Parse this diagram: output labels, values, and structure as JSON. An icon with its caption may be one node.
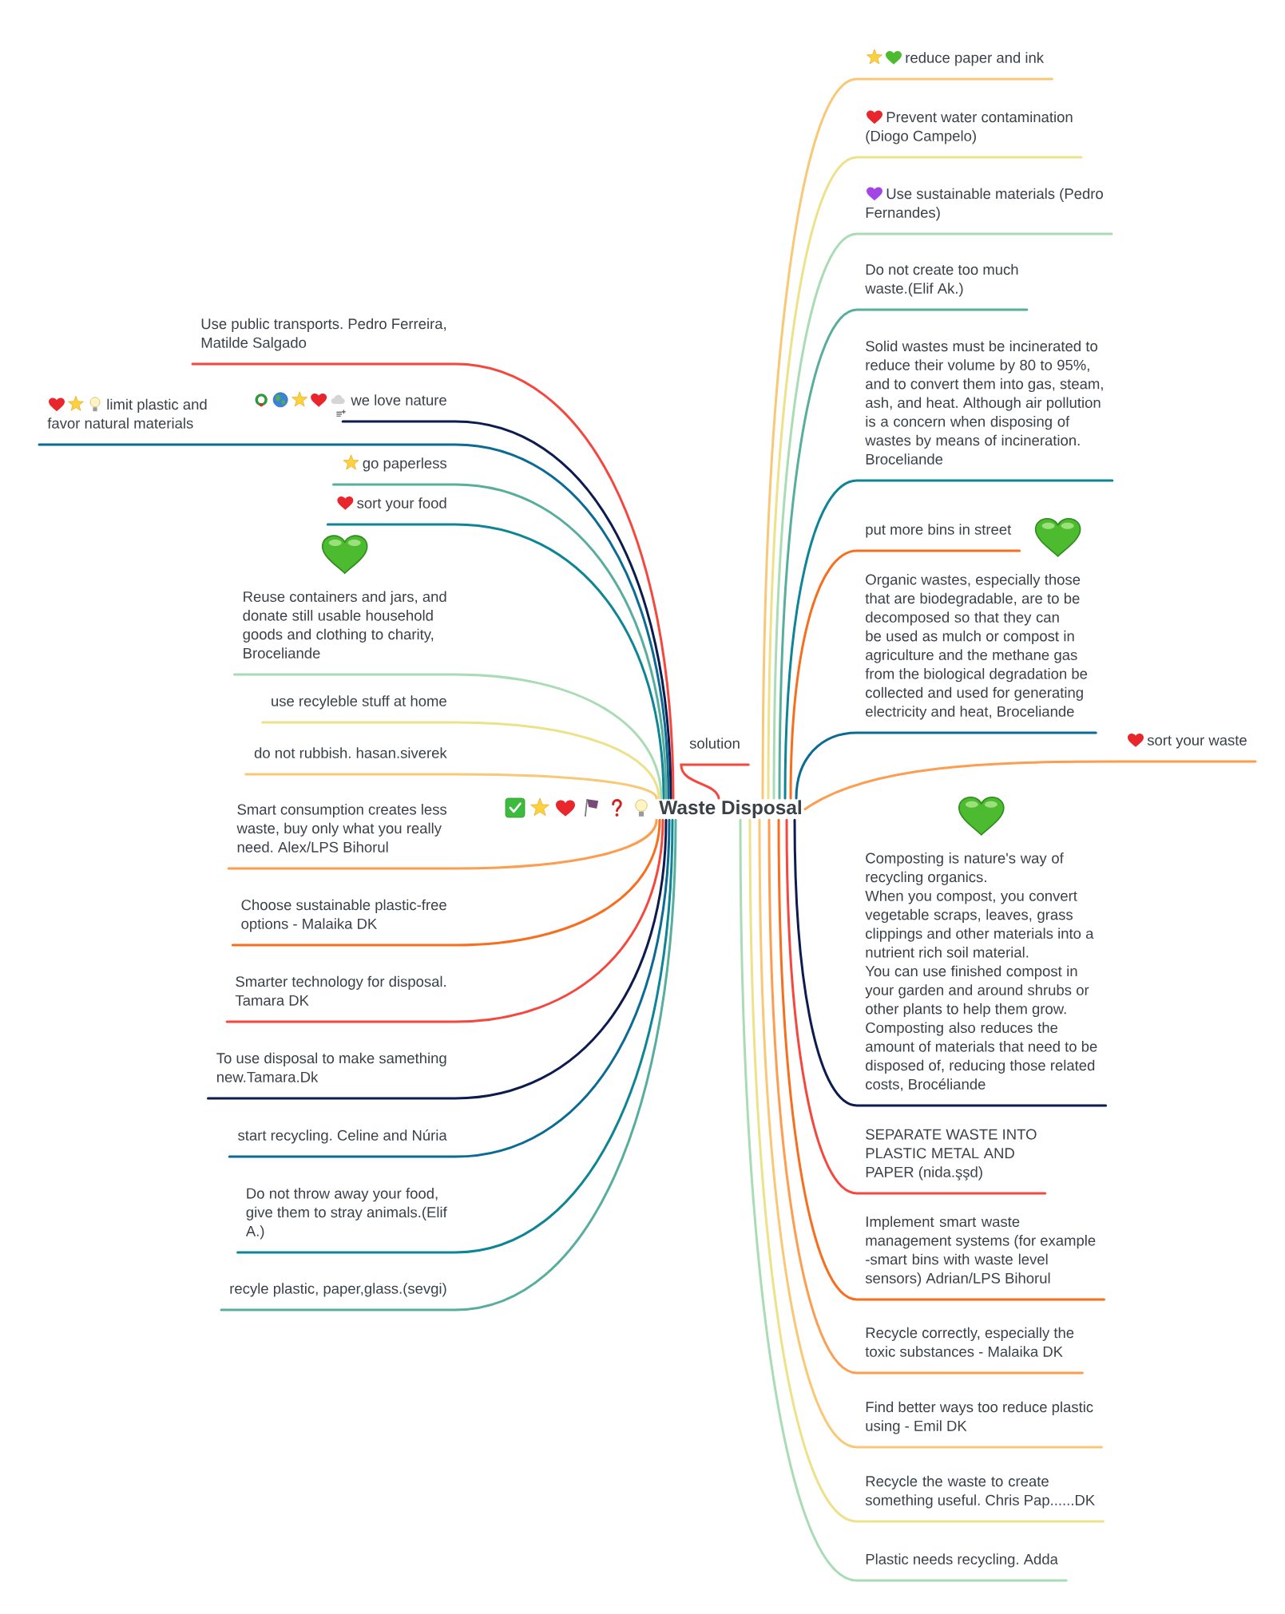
{
  "diagram": {
    "nodes": [
      {
        "text": [
          "Waste Disposal"
        ]
      },
      {
        "text": [
          "Use public transports. Pedro Ferreira, Matilde Salgado"
        ]
      },
      {
        "text": [
          "limit plastic and favor natural materials"
        ]
      },
      {
        "text": [
          "we love nature"
        ]
      },
      {
        "text": [
          "go paperless"
        ]
      },
      {
        "text": [
          "sort your food"
        ]
      },
      {
        "text": [
          "Reuse containers and jars, and donate still usable household goods and clothing to charity, Broceliande"
        ]
      },
      {
        "text": [
          "use recyleble stuff at home"
        ]
      },
      {
        "text": [
          "do not rubbish. hasan.siverek"
        ]
      },
      {
        "text": [
          "Smart consumption creates less waste, buy only what you really need. Alex/LPS Bihorul"
        ]
      },
      {
        "text": [
          "Choose sustainable plastic-free options - Malaika DK"
        ]
      },
      {
        "text": [
          "Smarter technology for disposal. Tamara DK"
        ]
      },
      {
        "text": [
          "To use disposal to make samething new.Tamara.Dk"
        ]
      },
      {
        "text": [
          "start recycling. Celine and Núria"
        ]
      },
      {
        "text": [
          "Do not throw away your food, give them to stray animals.(Elif A.)"
        ]
      },
      {
        "text": [
          "recyle plastic, paper,glass.(sevgi)"
        ]
      },
      {
        "text": [
          "solution"
        ]
      },
      {
        "text": [
          "reduce paper and ink"
        ]
      },
      {
        "text": [
          "Prevent water contamination (Diogo Campelo)"
        ]
      },
      {
        "text": [
          "Use sustainable materials (Pedro Fernandes)"
        ]
      },
      {
        "text": [
          "Do not create too much waste.(Elif Ak.)"
        ]
      },
      {
        "text": [
          "Solid wastes must be incinerated to reduce their volume by 80 to 95%, and to convert them into gas, steam, ash, and heat. Although air pollution is a concern when disposing of wastes by means of incineration. Broceliande"
        ]
      },
      {
        "text": [
          "put more bins in street"
        ]
      },
      {
        "text": [
          "Organic wastes, especially those that are biodegradable, are to be decomposed so that they can be used as mulch or compost in agriculture and the methane gas from the biological degradation be collected and used for generating electricity and heat, Broceliande"
        ]
      },
      {
        "text": [
          "sort your waste"
        ]
      },
      {
        "text": [
          "Composting is nature's way of recycling organics.",
          "When you compost, you convert vegetable scraps, leaves, grass clippings and other materials into a nutrient rich soil material.",
          "You can use finished compost in your garden and around shrubs or other plants to help them grow.",
          "Composting also reduces the amount of materials that need to be disposed of, reducing those related costs, Brocéliande"
        ]
      },
      {
        "text": [
          "SEPARATE WASTE INTO PLASTIC METAL AND PAPER (nida.şşd)"
        ]
      },
      {
        "text": [
          "Implement smart waste management systems (for example -smart bins with waste level sensors) Adrian/LPS Bihorul"
        ]
      },
      {
        "text": [
          "Recycle correctly, especially the toxic substances - Malaika DK"
        ]
      },
      {
        "text": [
          "Find better ways too reduce plastic using - Emil DK"
        ]
      },
      {
        "text": [
          "Recycle the waste to create something useful. Chris Pap......DK"
        ]
      },
      {
        "text": [
          "Plastic needs recycling. Adda"
        ]
      }
    ],
    "edges": [
      {
        "from": 0,
        "to": 1,
        "arrow": "none",
        "color": "#f5473e"
      },
      {
        "from": 0,
        "to": 2,
        "arrow": "none",
        "color": "#0b6b94"
      },
      {
        "from": 0,
        "to": 3,
        "arrow": "none",
        "color": "#0c1c4f"
      },
      {
        "from": 0,
        "to": 4,
        "arrow": "none",
        "color": "#58ae9c"
      },
      {
        "from": 0,
        "to": 5,
        "arrow": "none",
        "color": "#0e8595"
      },
      {
        "from": 0,
        "to": 6,
        "arrow": "none",
        "color": "#a9dcb4"
      },
      {
        "from": 0,
        "to": 7,
        "arrow": "none",
        "color": "#ede18a"
      },
      {
        "from": 0,
        "to": 8,
        "arrow": "none",
        "color": "#f9c876"
      },
      {
        "from": 0,
        "to": 9,
        "arrow": "none",
        "color": "#fd9d50"
      },
      {
        "from": 0,
        "to": 10,
        "arrow": "none",
        "color": "#f76f1e"
      },
      {
        "from": 0,
        "to": 11,
        "arrow": "none",
        "color": "#f5473e"
      },
      {
        "from": 0,
        "to": 12,
        "arrow": "none",
        "color": "#0c1c4f"
      },
      {
        "from": 0,
        "to": 13,
        "arrow": "none",
        "color": "#0b6b94"
      },
      {
        "from": 0,
        "to": 14,
        "arrow": "none",
        "color": "#0e8595"
      },
      {
        "from": 0,
        "to": 15,
        "arrow": "none",
        "color": "#58ae9c"
      },
      {
        "from": 0,
        "to": 16,
        "arrow": "none",
        "color": "#f5473e"
      },
      {
        "from": 0,
        "to": 17,
        "arrow": "none",
        "color": "#f9c876"
      },
      {
        "from": 0,
        "to": 18,
        "arrow": "none",
        "color": "#ede18a"
      },
      {
        "from": 0,
        "to": 19,
        "arrow": "none",
        "color": "#a9dcb4"
      },
      {
        "from": 0,
        "to": 20,
        "arrow": "none",
        "color": "#58ae9c"
      },
      {
        "from": 0,
        "to": 21,
        "arrow": "none",
        "color": "#0e8595"
      },
      {
        "from": 0,
        "to": 22,
        "arrow": "none",
        "color": "#f76f1e"
      },
      {
        "from": 0,
        "to": 23,
        "arrow": "none",
        "color": "#0b6b94"
      },
      {
        "from": 0,
        "to": 24,
        "arrow": "none",
        "color": "#fd9d50"
      },
      {
        "from": 0,
        "to": 25,
        "arrow": "none",
        "color": "#0c1c4f"
      },
      {
        "from": 0,
        "to": 26,
        "arrow": "none",
        "color": "#f5473e"
      },
      {
        "from": 0,
        "to": 27,
        "arrow": "none",
        "color": "#f76f1e"
      },
      {
        "from": 0,
        "to": 28,
        "arrow": "none",
        "color": "#fd9d50"
      },
      {
        "from": 0,
        "to": 29,
        "arrow": "none",
        "color": "#f9c876"
      },
      {
        "from": 0,
        "to": 30,
        "arrow": "none",
        "color": "#ede18a"
      },
      {
        "from": 0,
        "to": 31,
        "arrow": "none",
        "color": "#a9dcb4"
      }
    ]
  }
}
